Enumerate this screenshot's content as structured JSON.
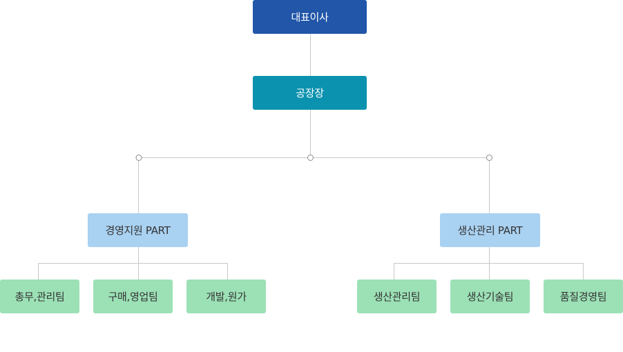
{
  "org_chart": {
    "ceo": {
      "label": "대표이사"
    },
    "plant_manager": {
      "label": "공장장"
    },
    "parts": [
      {
        "label": "경영지원 PART",
        "teams": [
          "총무,관리팀",
          "구매,영업팀",
          "개발,원가"
        ]
      },
      {
        "label": "생산관리 PART",
        "teams": [
          "생산관리팀",
          "생산기술팀",
          "품질경영팀"
        ]
      }
    ]
  },
  "colors": {
    "ceo_box": "#2156a8",
    "plant_box": "#0b92af",
    "part_box": "#a9d1f1",
    "team_box": "#9ce1b6",
    "connector_line": "#c8c8c8",
    "junction_dot_stroke": "#8c8c8c"
  }
}
